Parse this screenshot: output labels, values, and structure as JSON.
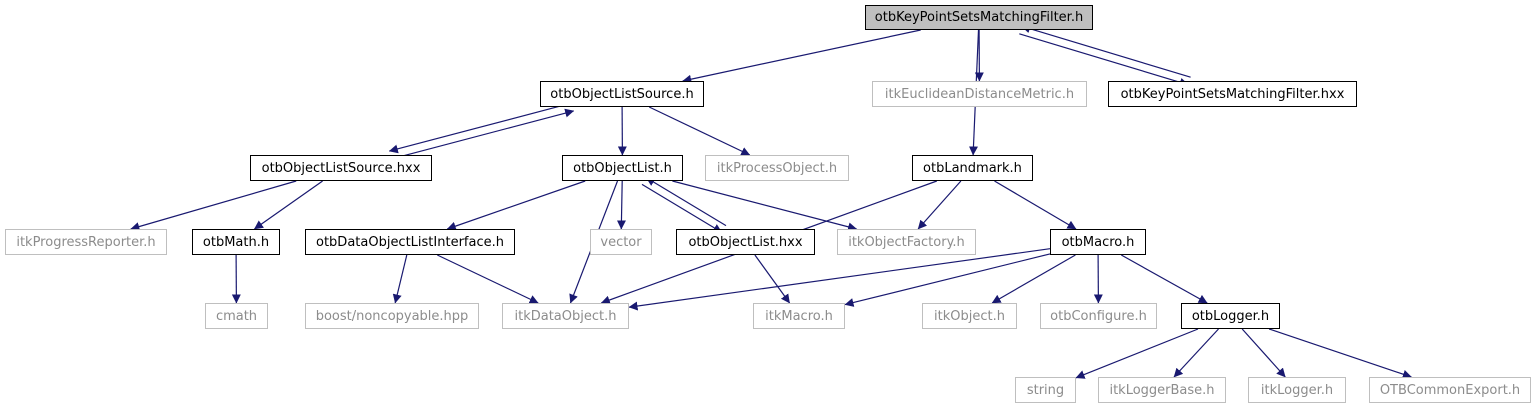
{
  "diagram": {
    "colors": {
      "edge": "#191970",
      "local_border": "#000000",
      "external_border": "#bfbfbf",
      "external_text": "#8c8c8c",
      "root_fill": "#bfbfbf"
    },
    "nodes": {
      "root": "otbKeyPointSetsMatchingFilter.h",
      "objectListSourceH": "otbObjectListSource.h",
      "euclidean": "itkEuclideanDistanceMetric.h",
      "matchingHxx": "otbKeyPointSetsMatchingFilter.hxx",
      "objectListSourceHxx": "otbObjectListSource.hxx",
      "objectListH": "otbObjectList.h",
      "processObject": "itkProcessObject.h",
      "landmark": "otbLandmark.h",
      "progressReporter": "itkProgressReporter.h",
      "math": "otbMath.h",
      "dataObjectListInterface": "otbDataObjectListInterface.h",
      "vector": "vector",
      "objectListHxx": "otbObjectList.hxx",
      "objectFactory": "itkObjectFactory.h",
      "macro": "otbMacro.h",
      "cmath": "cmath",
      "noncopyable": "boost/noncopyable.hpp",
      "dataObject": "itkDataObject.h",
      "itkMacro": "itkMacro.h",
      "itkObject": "itkObject.h",
      "configure": "otbConfigure.h",
      "logger": "otbLogger.h",
      "string": "string",
      "loggerBase": "itkLoggerBase.h",
      "itkLogger": "itkLogger.h",
      "commonExport": "OTBCommonExport.h"
    },
    "edges": [
      [
        "root",
        "objectListSourceH"
      ],
      [
        "root",
        "landmark"
      ],
      [
        "root",
        "euclidean"
      ],
      [
        "root",
        "matchingHxx"
      ],
      [
        "matchingHxx",
        "root"
      ],
      [
        "objectListSourceH",
        "objectListSourceHxx"
      ],
      [
        "objectListSourceHxx",
        "objectListSourceH"
      ],
      [
        "objectListSourceH",
        "objectListH"
      ],
      [
        "objectListSourceH",
        "processObject"
      ],
      [
        "objectListSourceHxx",
        "progressReporter"
      ],
      [
        "objectListSourceHxx",
        "math"
      ],
      [
        "objectListH",
        "dataObjectListInterface"
      ],
      [
        "objectListH",
        "dataObject"
      ],
      [
        "objectListH",
        "vector"
      ],
      [
        "objectListH",
        "objectListHxx"
      ],
      [
        "objectListHxx",
        "objectListH"
      ],
      [
        "objectListH",
        "objectFactory"
      ],
      [
        "landmark",
        "objectFactory"
      ],
      [
        "landmark",
        "dataObject"
      ],
      [
        "landmark",
        "macro"
      ],
      [
        "math",
        "cmath"
      ],
      [
        "dataObjectListInterface",
        "noncopyable"
      ],
      [
        "dataObjectListInterface",
        "dataObject"
      ],
      [
        "objectListHxx",
        "itkMacro"
      ],
      [
        "macro",
        "dataObject"
      ],
      [
        "macro",
        "itkMacro"
      ],
      [
        "macro",
        "itkObject"
      ],
      [
        "macro",
        "configure"
      ],
      [
        "macro",
        "logger"
      ],
      [
        "logger",
        "string"
      ],
      [
        "logger",
        "loggerBase"
      ],
      [
        "logger",
        "itkLogger"
      ],
      [
        "logger",
        "commonExport"
      ]
    ]
  }
}
